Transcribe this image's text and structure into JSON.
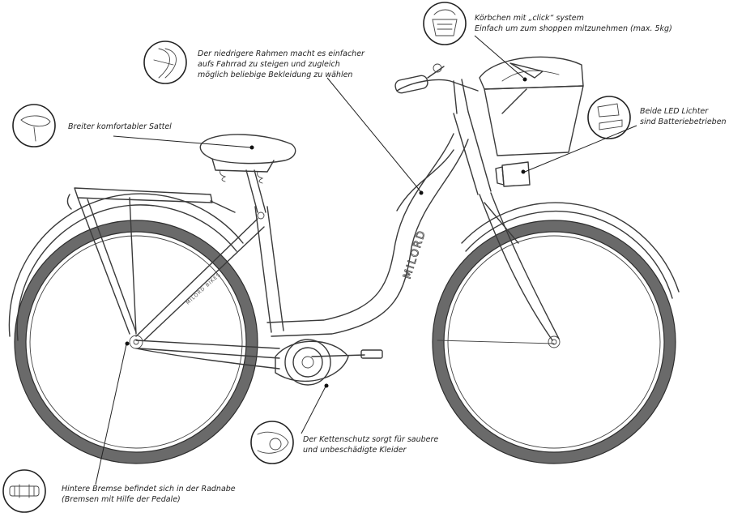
{
  "brand": {
    "frame_text": "MILORD",
    "chainstay_text": "MILORD BIKES"
  },
  "callouts": {
    "basket": {
      "line1": "Körbchen mit „click“ system",
      "line2": "Einfach um zum shoppen mitzunehmen (max. 5kg)",
      "icon": "basket-icon"
    },
    "frame": {
      "line1": "Der niedrigere Rahmen macht es einfacher",
      "line2": "aufs Fahrrad zu steigen und zugleich",
      "line3": "möglich beliebige Bekleidung zu wählen",
      "icon": "frame-icon"
    },
    "saddle": {
      "line1": "Breiter komfortabler Sattel",
      "icon": "saddle-icon"
    },
    "lights": {
      "line1": "Beide LED Lichter",
      "line2": "sind Batteriebetrieben",
      "icon": "led-light-icon"
    },
    "chainguard": {
      "line1": "Der Kettenschutz sorgt für saubere",
      "line2": "und unbeschädigte Kleider",
      "icon": "chainguard-icon"
    },
    "brake": {
      "line1": "Hintere Bremse befindet sich in der Radnabe",
      "line2": "(Bremsen mit Hilfe der Pedale)",
      "icon": "rear-hub-icon"
    }
  },
  "colors": {
    "tire": "#6a6a6a",
    "line": "#222222",
    "frame": "#3a3a3a"
  }
}
